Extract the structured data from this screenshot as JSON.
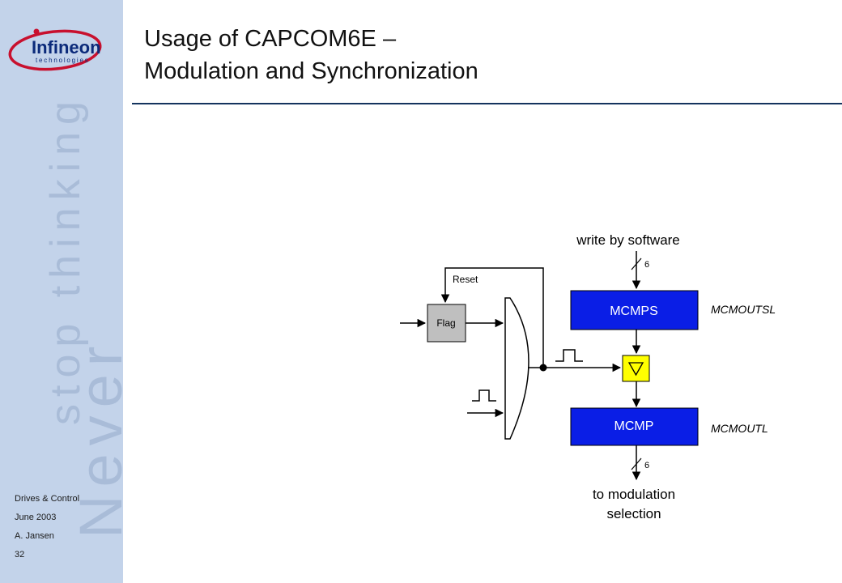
{
  "brand": {
    "logo_name": "Infineon",
    "logo_sub": "technologies",
    "slogan_line1": "Never",
    "slogan_line2": "stop thinking"
  },
  "footer": {
    "line1": "Drives & Control",
    "line2": "June 2003",
    "line3": "A. Jansen",
    "page": "32"
  },
  "title": {
    "line1": "Usage of CAPCOM6E –",
    "line2": "Modulation and Synchronization"
  },
  "diagram": {
    "write_label": "write by software",
    "bus_width_top": "6",
    "reset_label": "Reset",
    "flag_label": "Flag",
    "mcmps_label": "MCMPS",
    "mcmp_label": "MCMP",
    "mcmoutsl_label": "MCMOUTSL",
    "mcmoutl_label": "MCMOUTL",
    "bus_width_bottom": "6",
    "output_line1": "to modulation",
    "output_line2": "selection"
  },
  "colors": {
    "sidebar": "#c3d3ea",
    "register_fill": "#0a1ee6",
    "trigger_fill": "#ffff00",
    "flag_fill": "#bfbfbf",
    "rule": "#14345e",
    "logo_red": "#c8102e",
    "logo_blue": "#0b2a7a"
  }
}
